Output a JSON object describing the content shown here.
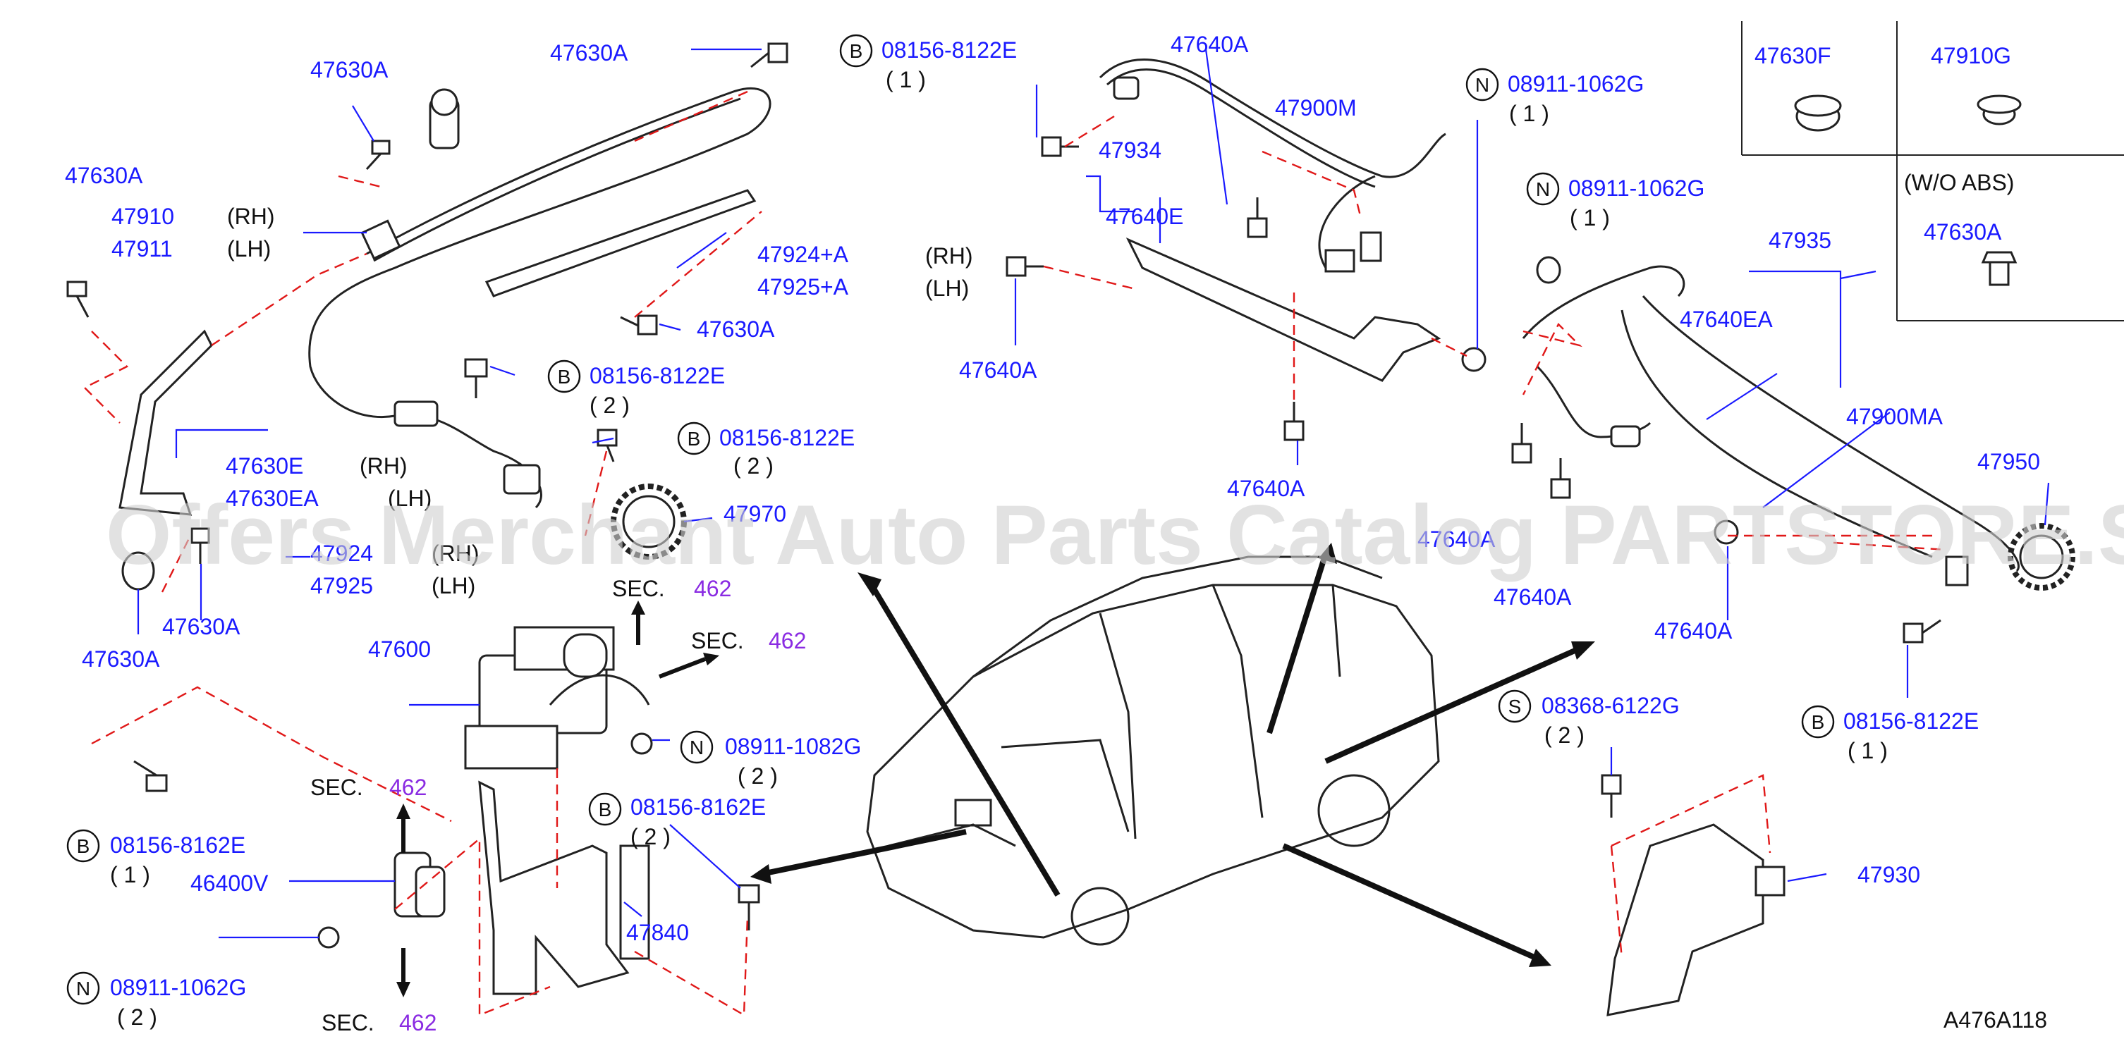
{
  "watermark": "Offers Merchant Auto Parts Catalog PARTSTORE.SA",
  "figure_code": "A476A118",
  "labels": {
    "p47630A_a": "47630A",
    "p47630A_b": "47630A",
    "p47630A_c": "47630A",
    "p47910": "47910",
    "p47911": "47911",
    "rh1": "(RH)",
    "lh1": "(LH)",
    "p47924A": "47924+A",
    "p47925A": "47925+A",
    "p47630A_d": "47630A",
    "b_08156_8122E_a": "08156-8122E",
    "q2_a": "( 2 )",
    "b_08156_8122E_b": "08156-8122E",
    "q2_b": "( 2 )",
    "p47630E": "47630E",
    "p47630EA": "47630EA",
    "rh2": "(RH)",
    "lh2": "(LH)",
    "p47924": "47924",
    "p47925": "47925",
    "rh3": "(RH)",
    "lh3": "(LH)",
    "p47970": "47970",
    "p47630A_e": "47630A",
    "p47630A_f": "47630A",
    "sec_a": "SEC.",
    "sec_a_num": "462",
    "sec_b": "SEC.",
    "sec_b_num": "462",
    "p47600": "47600",
    "n_08911_1082G": "08911-1082G",
    "q2_c": "( 2 )",
    "b_08156_8162E_a": "08156-8162E",
    "q1_a": "( 1 )",
    "sec_c": "SEC.",
    "sec_c_num": "462",
    "b_08156_8162E_b": "08156-8162E",
    "q2_d": "( 2 )",
    "p46400V": "46400V",
    "p47840": "47840",
    "n_08911_1062G_a": "08911-1062G",
    "q2_e": "( 2 )",
    "sec_d": "SEC.",
    "sec_d_num": "462",
    "b_08156_8122E_c": "08156-8122E",
    "q1_b": "( 1 )",
    "p47640A_a": "47640A",
    "p47900M": "47900M",
    "p47934": "47934",
    "p47640E": "47640E",
    "rh4": "(RH)",
    "lh4": "(LH)",
    "p47640A_b": "47640A",
    "p47640A_c": "47640A",
    "n_08911_1062G_b": "08911-1062G",
    "q1_c": "( 1 )",
    "n_08911_1062G_c": "08911-1062G",
    "q1_d": "( 1 )",
    "p47935": "47935",
    "p47640EA": "47640EA",
    "p47900MA": "47900MA",
    "p47950": "47950",
    "p47640A_d": "47640A",
    "p47640A_e": "47640A",
    "p47640A_f": "47640A",
    "p47630F": "47630F",
    "p47910G": "47910G",
    "wo_abs": "(W/O   ABS)",
    "p47630A_g": "47630A",
    "s_08368_6122G": "08368-6122G",
    "q2_f": "( 2 )",
    "p47930": "47930",
    "b_08156_8122E_d": "08156-8122E",
    "q1_e": "( 1 )"
  },
  "circles": {
    "B": "B",
    "N": "N",
    "S": "S"
  }
}
